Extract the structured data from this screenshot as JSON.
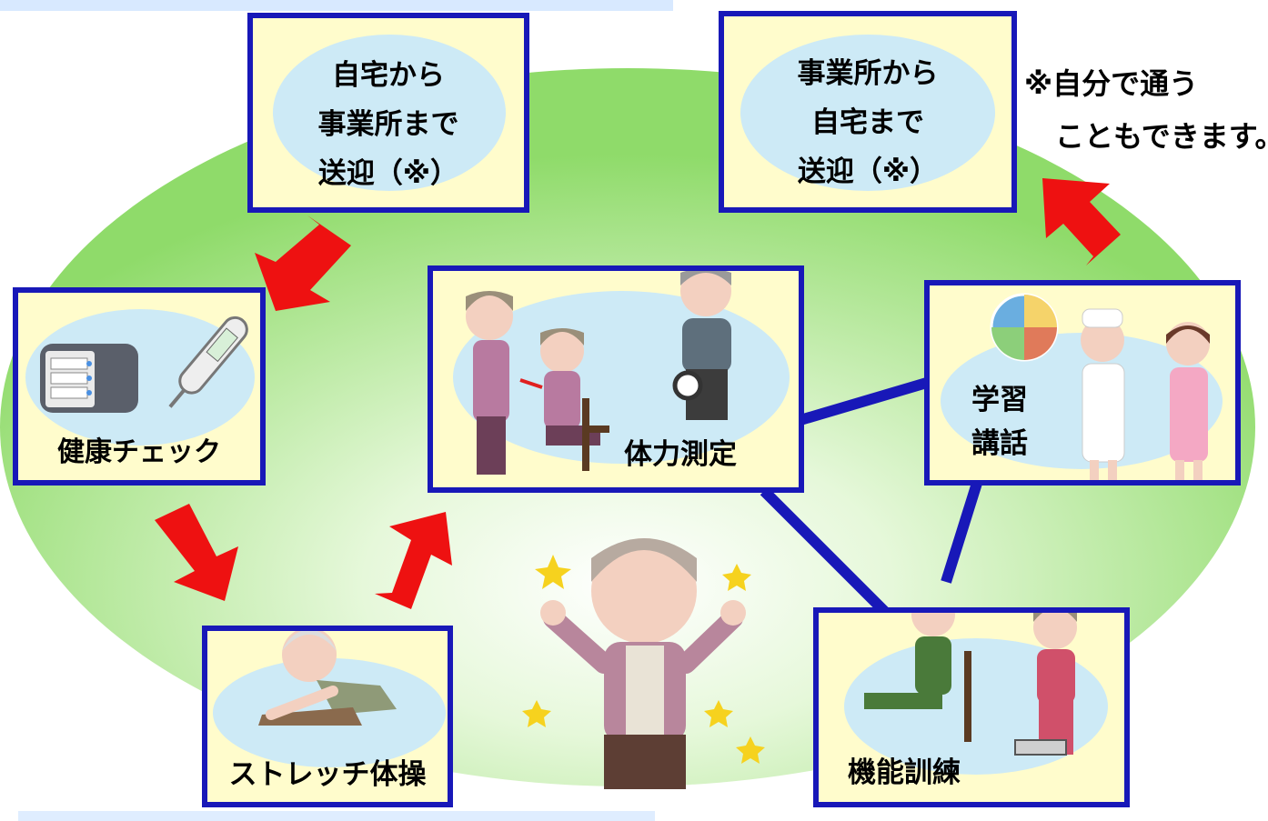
{
  "steps": {
    "pickup": {
      "line1": "自宅から",
      "line2": "事業所まで",
      "line3": "送迎（※）"
    },
    "dropoff": {
      "line1": "事業所から",
      "line2": "自宅まで",
      "line3": "送迎（※）"
    },
    "health_check": "健康チェック",
    "stretch": "ストレッチ体操",
    "fitness": "体力測定",
    "lecture": {
      "line1": "学習",
      "line2": "講話"
    },
    "training": "機能訓練"
  },
  "note": {
    "line1": "※自分で通う",
    "line2": "こともできます。"
  },
  "colors": {
    "border": "#1818b8",
    "box_fill": "#fffccc",
    "arrow": "#ee1111",
    "oval": "#cdeaf6",
    "background_green": "#9be07a"
  },
  "icons": [
    "blood-pressure-monitor-icon",
    "thermometer-icon",
    "stretching-woman-icon",
    "chair-stand-test-icon",
    "grip-strength-man-icon",
    "nutrition-plate-icon",
    "nurse-icon",
    "dental-hygienist-icon",
    "leg-exercise-man-icon",
    "step-exercise-woman-icon",
    "happy-grandmother-icon"
  ]
}
